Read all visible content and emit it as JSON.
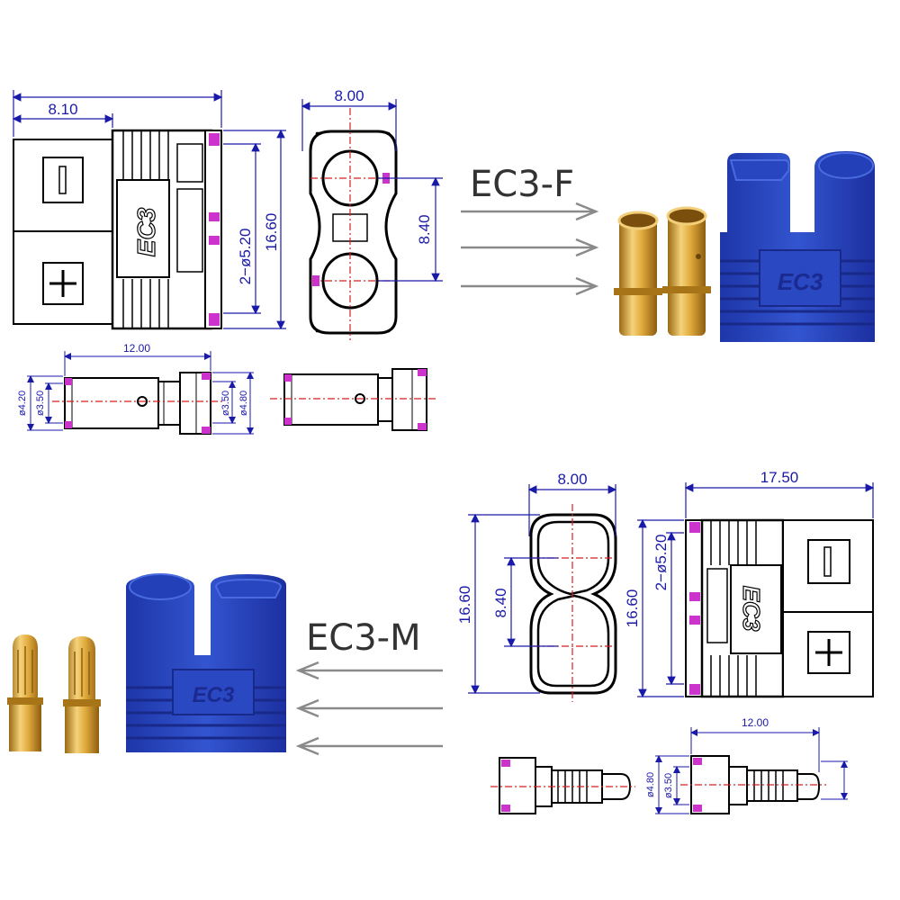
{
  "top": {
    "label": "EC3-F",
    "side_view": {
      "width_total": "8.10",
      "height": "16.60",
      "pin_holes": "2−ø5.20",
      "logo": "EC3"
    },
    "front_view": {
      "width": "8.00",
      "pitch": "8.40"
    },
    "pin_view": {
      "length": "12.00",
      "d_outer_left": "ø4.20",
      "d_inner_left": "ø3.50",
      "d_inner_right": "ø3.50",
      "d_outer_right": "ø4.80"
    },
    "photo_logo": "EC3"
  },
  "bottom": {
    "label": "EC3-M",
    "front_view": {
      "width": "8.00",
      "height": "16.60",
      "pitch": "8.40"
    },
    "side_view": {
      "width_total": "17.50",
      "height": "16.60",
      "pin_holes": "2−ø5.20",
      "logo": "EC3"
    },
    "pin_view": {
      "length": "12.00",
      "d_outer": "ø4.80",
      "d_inner": "ø3.50"
    },
    "photo_logo": "EC3"
  },
  "colors": {
    "housing_blue": "#2f4fc4",
    "gold": "#d9a83a",
    "dimension_blue": "#1a1aa8",
    "marker_magenta": "#cc33cc",
    "centerline_red": "#d42020"
  }
}
